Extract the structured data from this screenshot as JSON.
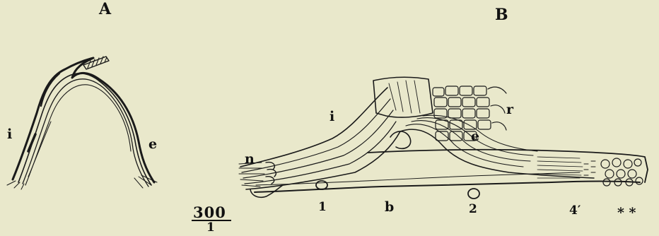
{
  "panels": {
    "A": {
      "title": "A",
      "labels": {
        "i": "i",
        "e": "e"
      }
    },
    "B": {
      "title": "B",
      "labels": {
        "n": "n",
        "i": "i",
        "r": "r",
        "e": "e",
        "b": "b",
        "one": "1",
        "two": "2",
        "four_prime": "4′",
        "stars": "* *"
      }
    }
  },
  "scale": {
    "numerator": "300",
    "denominator": "1"
  },
  "colors": {
    "background": "#e9e8cb",
    "ink": "#1a1a1a"
  }
}
